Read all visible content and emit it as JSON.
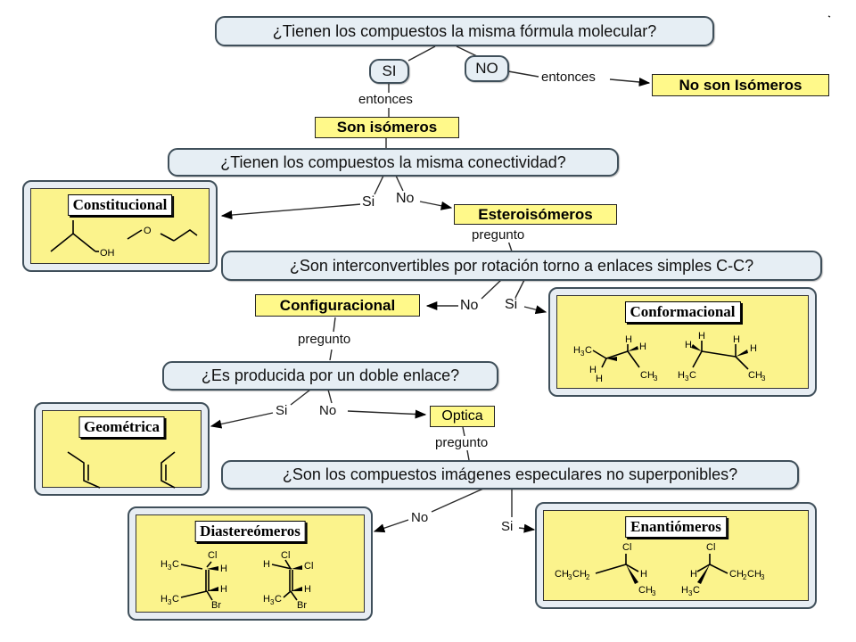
{
  "questions": {
    "q1": "¿Tienen los compuestos la misma fórmula molecular?",
    "q2": "¿Tienen los compuestos la misma conectividad?",
    "q3": "¿Son interconvertibles por rotación torno a enlaces simples C-C?",
    "q4": "¿Es producida por un doble enlace?",
    "q5": "¿Son los compuestos imágenes especulares no superponibles?"
  },
  "answers": {
    "si_upper": "SI",
    "no_upper": "NO",
    "si": "Si",
    "no": "No"
  },
  "links": {
    "entonces": "entonces",
    "pregunto": "pregunto"
  },
  "concepts": {
    "no_son_isomeros": "No son Isómeros",
    "son_isomeros": "Son isómeros",
    "esteroisomeros": "Esteroisómeros",
    "configuracional": "Configuracional",
    "optica": "Optica"
  },
  "categories": {
    "constitucional": "Constitucional",
    "conformacional": "Conformacional",
    "geometrica": "Geométrica",
    "diastereomeros": "Diastereómeros",
    "enantiomeros": "Enantiómeros"
  },
  "atoms": {
    "oh": "OH",
    "o": "O",
    "h": "H",
    "h3c": "H",
    "ch3": "CH",
    "cl": "Cl",
    "br": "Br",
    "ch3ch2": "CH",
    "ch2ch3": "CH",
    "sub3": "3",
    "sub2": "2"
  },
  "colors": {
    "question_fill": "#e6eef4",
    "question_border": "#3f4f5a",
    "highlight_fill": "#fff98a",
    "panel_fill": "#fbf38c"
  }
}
